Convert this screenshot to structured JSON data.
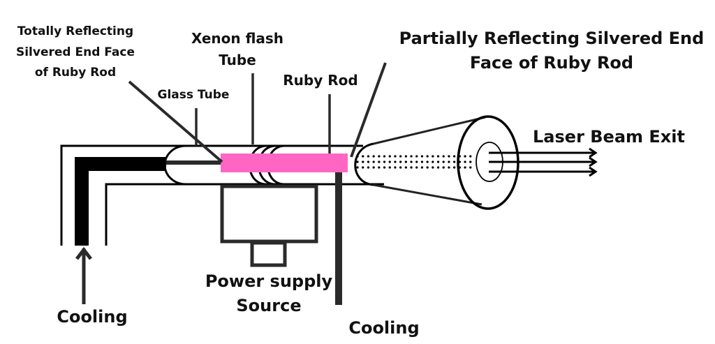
{
  "diagram": {
    "title": "Ruby Laser Construction",
    "colors": {
      "ruby_rod": "#ff66c4",
      "line": "#000000",
      "text": "#111111"
    },
    "labels": {
      "totally_reflecting": [
        "Totally Reflecting",
        "Silvered End Face",
        "of Ruby Rod"
      ],
      "glass_tube": "Glass Tube",
      "xenon_flash_tube": [
        "Xenon flash",
        "Tube"
      ],
      "ruby_rod": "Ruby Rod",
      "partially_reflecting": [
        "Partially Reflecting Silvered End",
        "Face of Ruby Rod"
      ],
      "laser_beam_exit": "Laser Beam Exit",
      "power_supply": [
        "Power supply",
        "Source"
      ],
      "cooling_left": "Cooling",
      "cooling_bottom": "Cooling"
    }
  }
}
